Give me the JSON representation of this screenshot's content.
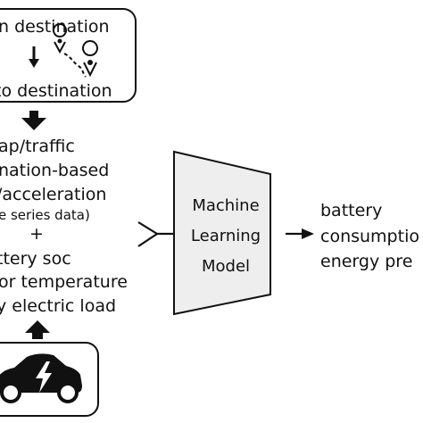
{
  "top_box": {
    "origin_text": "n destination",
    "route_text": "to destination"
  },
  "inputs": {
    "map_traffic": "ap/traffic",
    "information_based": "nation-based",
    "speed_acceleration": "/acceleration",
    "time_series_note": "e series data)",
    "plus": "+",
    "battery_soc": "ttery soc",
    "motor_temperature": "or temperature",
    "auxiliary_load": "y electric load"
  },
  "model": {
    "line1": "Machine",
    "line2": "Learning",
    "line3": "Model"
  },
  "output": {
    "line1": "battery",
    "line2": "consumptio",
    "line3": "energy pre"
  },
  "icons": {
    "location_pin": "location-pin-icon",
    "electric_car": "electric-car-icon",
    "lightning": "lightning-bolt-icon"
  },
  "colors": {
    "stroke": "#111111",
    "model_fill": "#eeeeee",
    "background": "#ffffff"
  }
}
